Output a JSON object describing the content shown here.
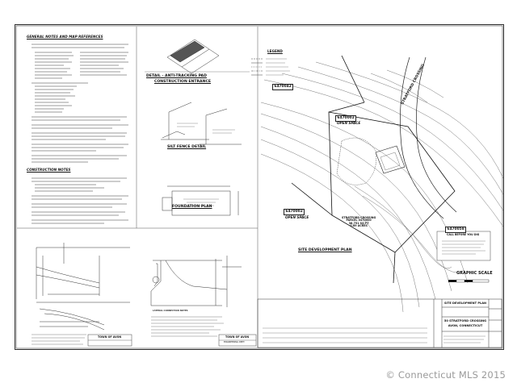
{
  "sheet": {
    "general_notes_title": "GENERAL NOTES AND MAP REFERENCES",
    "construction_notes_title": "CONSTRUCTION NOTES",
    "anti_tracking_title_1": "DETAIL - ANTI-TRACKING PAD",
    "anti_tracking_title_2": "CONSTRUCTION ENTRANCE",
    "silt_fence_title": "SILT FENCE DETAIL",
    "foundation_title": "FOUNDATION PLAN",
    "site_plan_title": "SITE DEVELOPMENT PLAN",
    "graphic_scale_title": "GRAPHIC SCALE",
    "legend_title": "LEGEND",
    "call_before_dig": "CALL BEFORE YOU DIG",
    "parcel_label_1": "STRATFORD CROSSING",
    "parcel_label_2": "PARCEL 0470000",
    "parcel_label_3": "38,751 SQ FT",
    "parcel_label_4": "0.89 ACRES",
    "road_label": "STRATFORD CROSSING",
    "open_space_1": "OPEN SPACE",
    "open_space_2": "OPEN SPACE",
    "lot_tags": [
      "6470042",
      "6470002",
      "6470002",
      "6470058"
    ],
    "town_1": "TOWN OF AVON",
    "town_2": "TOWN OF AVON",
    "engineering_dept": "ENGINEERING DEPT.",
    "title_block_1": "SITE DEVELOPMENT PLAN",
    "title_block_2": "50 STRATFORD CROSSING",
    "title_block_3": "AVON, CONNECTICUT",
    "lateral_title": "LATERAL CONNECTION NOTES"
  },
  "watermark": "© Connecticut MLS 2015"
}
